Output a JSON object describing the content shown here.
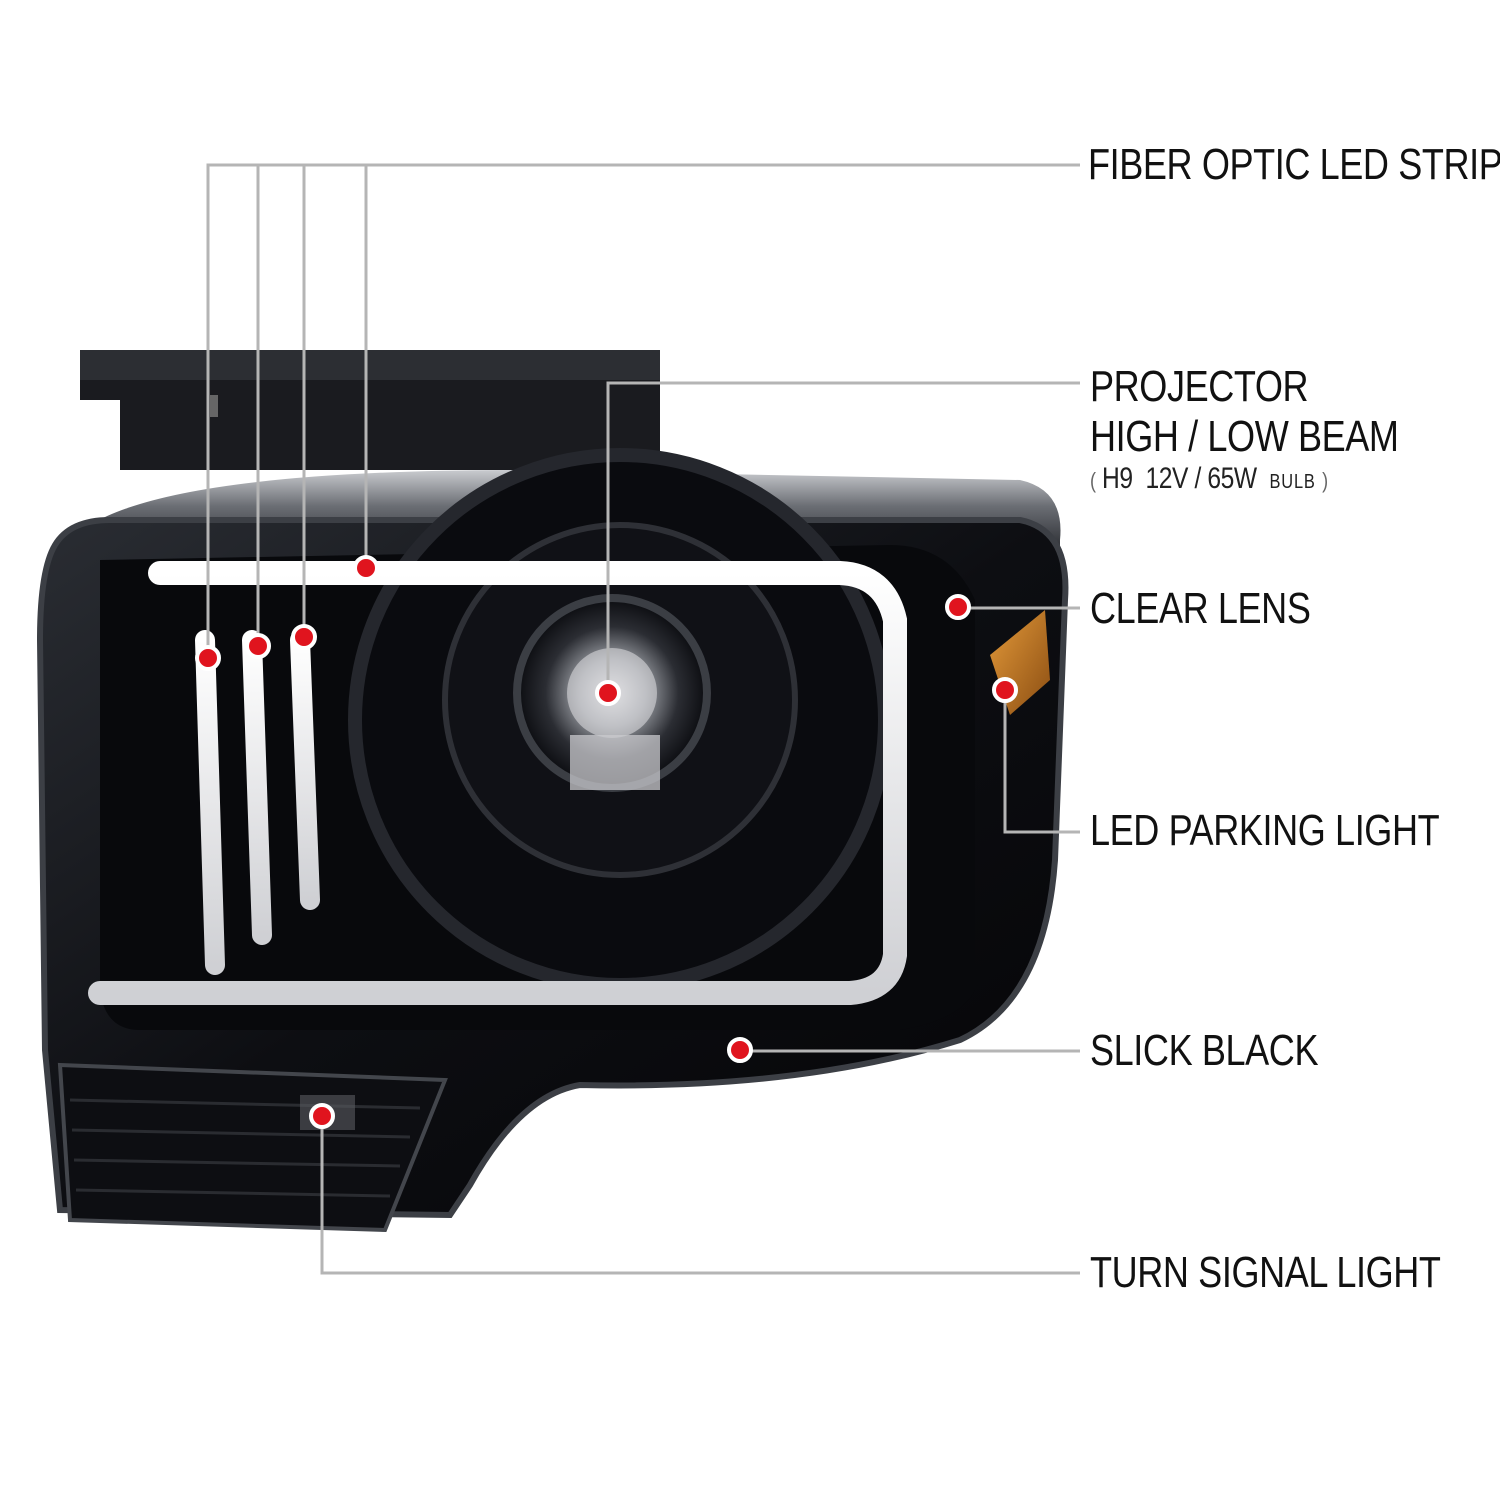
{
  "product": "headlight-assembly",
  "accent_colors": {
    "callout_dot": "#e0141e",
    "callout_line": "#b5b5b5",
    "housing": "#0b0c10",
    "drl_tube": "#f2f2f2",
    "amber_reflector": "#c8781e"
  },
  "callouts": [
    {
      "id": "fiber",
      "text": "FIBER OPTIC LED STRIPS"
    },
    {
      "id": "projector",
      "line1": "PROJECTOR",
      "line2": "HIGH / LOW BEAM",
      "bulb_open": "(",
      "bulb_a": "H9",
      "bulb_b": "12V / 65W",
      "bulb_c": "BULB",
      "bulb_close": ")"
    },
    {
      "id": "lens",
      "text": "CLEAR LENS"
    },
    {
      "id": "parking",
      "text": "LED PARKING LIGHT"
    },
    {
      "id": "black",
      "text": "SLICK BLACK"
    },
    {
      "id": "turn",
      "text": "TURN SIGNAL LIGHT"
    }
  ]
}
